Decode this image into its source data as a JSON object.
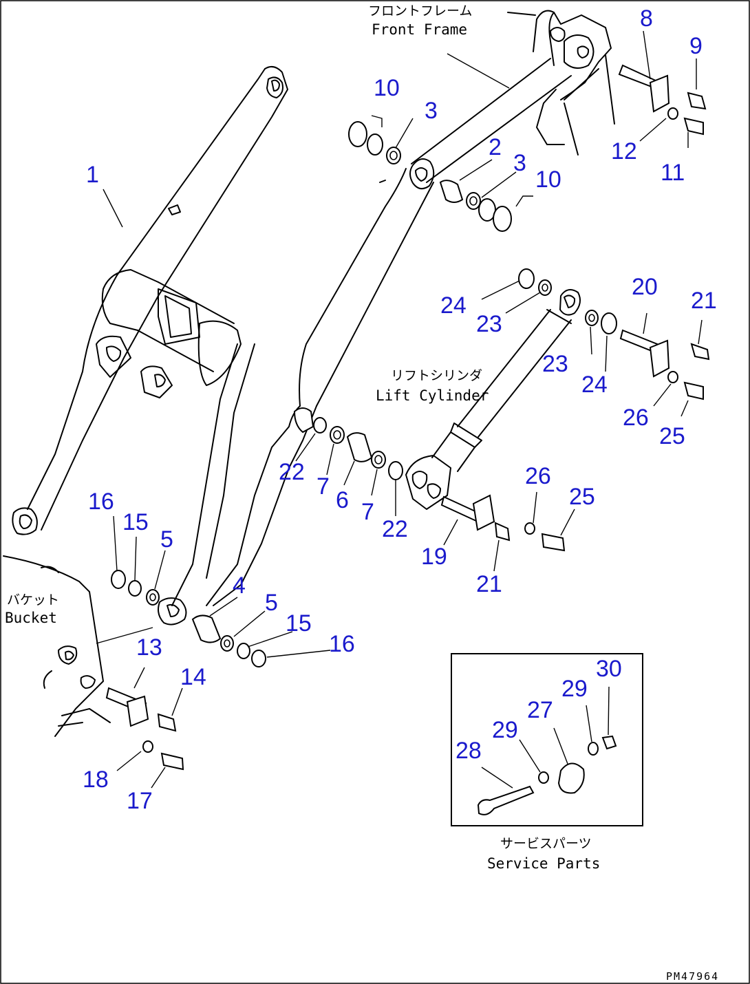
{
  "labels": {
    "front_frame_jp": "フロントフレーム",
    "front_frame_en": "Front Frame",
    "lift_cylinder_jp": "リフトシリンダ",
    "lift_cylinder_en": "Lift Cylinder",
    "bucket_jp": "バケット",
    "bucket_en": "Bucket",
    "service_parts_jp": "サービスパーツ",
    "service_parts_en": "Service Parts",
    "drawing_code": "PM47964"
  },
  "callouts": [
    {
      "id": "c1",
      "text": "1"
    },
    {
      "id": "c2",
      "text": "2"
    },
    {
      "id": "c3a",
      "text": "3"
    },
    {
      "id": "c3b",
      "text": "3"
    },
    {
      "id": "c4",
      "text": "4"
    },
    {
      "id": "c5a",
      "text": "5"
    },
    {
      "id": "c5b",
      "text": "5"
    },
    {
      "id": "c6",
      "text": "6"
    },
    {
      "id": "c7a",
      "text": "7"
    },
    {
      "id": "c7b",
      "text": "7"
    },
    {
      "id": "c8",
      "text": "8"
    },
    {
      "id": "c9",
      "text": "9"
    },
    {
      "id": "c10a",
      "text": "10"
    },
    {
      "id": "c10b",
      "text": "10"
    },
    {
      "id": "c11",
      "text": "11"
    },
    {
      "id": "c12",
      "text": "12"
    },
    {
      "id": "c13",
      "text": "13"
    },
    {
      "id": "c14",
      "text": "14"
    },
    {
      "id": "c15a",
      "text": "15"
    },
    {
      "id": "c15b",
      "text": "15"
    },
    {
      "id": "c16a",
      "text": "16"
    },
    {
      "id": "c16b",
      "text": "16"
    },
    {
      "id": "c17",
      "text": "17"
    },
    {
      "id": "c18",
      "text": "18"
    },
    {
      "id": "c19",
      "text": "19"
    },
    {
      "id": "c20",
      "text": "20"
    },
    {
      "id": "c21a",
      "text": "21"
    },
    {
      "id": "c21b",
      "text": "21"
    },
    {
      "id": "c22a",
      "text": "22"
    },
    {
      "id": "c22b",
      "text": "22"
    },
    {
      "id": "c23a",
      "text": "23"
    },
    {
      "id": "c23b",
      "text": "23"
    },
    {
      "id": "c24a",
      "text": "24"
    },
    {
      "id": "c24b",
      "text": "24"
    },
    {
      "id": "c25a",
      "text": "25"
    },
    {
      "id": "c25b",
      "text": "25"
    },
    {
      "id": "c26a",
      "text": "26"
    },
    {
      "id": "c26b",
      "text": "26"
    },
    {
      "id": "c27",
      "text": "27"
    },
    {
      "id": "c28",
      "text": "28"
    },
    {
      "id": "c29a",
      "text": "29"
    },
    {
      "id": "c29b",
      "text": "29"
    },
    {
      "id": "c30",
      "text": "30"
    }
  ],
  "colors": {
    "callout": "#1a1acc",
    "line": "#000000",
    "background": "#ffffff"
  }
}
